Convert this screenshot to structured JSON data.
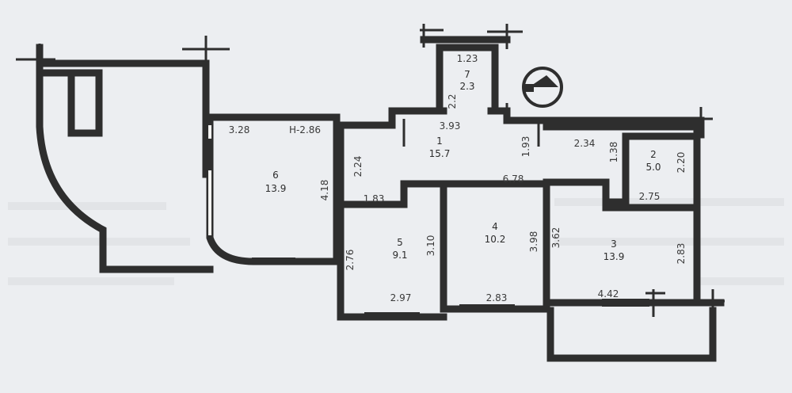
{
  "plan": {
    "rooms": [
      {
        "id": "1",
        "number": "1",
        "area": "15.7"
      },
      {
        "id": "2",
        "number": "2",
        "area": "5.0"
      },
      {
        "id": "3",
        "number": "3",
        "area": "13.9"
      },
      {
        "id": "4",
        "number": "4",
        "area": "10.2"
      },
      {
        "id": "5",
        "number": "5",
        "area": "9.1"
      },
      {
        "id": "6",
        "number": "6",
        "area": "13.9"
      },
      {
        "id": "7",
        "number": "7",
        "area": "2.3"
      }
    ],
    "dimensions": {
      "d_328": "3.28",
      "d_h286": "H-2.86",
      "d_393": "3.93",
      "d_123": "1.23",
      "d_193": "1.93",
      "d_234": "2.34",
      "d_138": "1.38",
      "d_220": "2.20",
      "d_275": "2.75",
      "d_678": "6.78",
      "d_224": "2.24",
      "d_183": "1.83",
      "d_418": "4.18",
      "d_276": "2.76",
      "d_310": "3.10",
      "d_297": "2.97",
      "d_398": "3.98",
      "d_283a": "2.83",
      "d_362": "3.62",
      "d_283b": "2.83",
      "d_442": "4.42",
      "d_22": "2.2"
    }
  }
}
